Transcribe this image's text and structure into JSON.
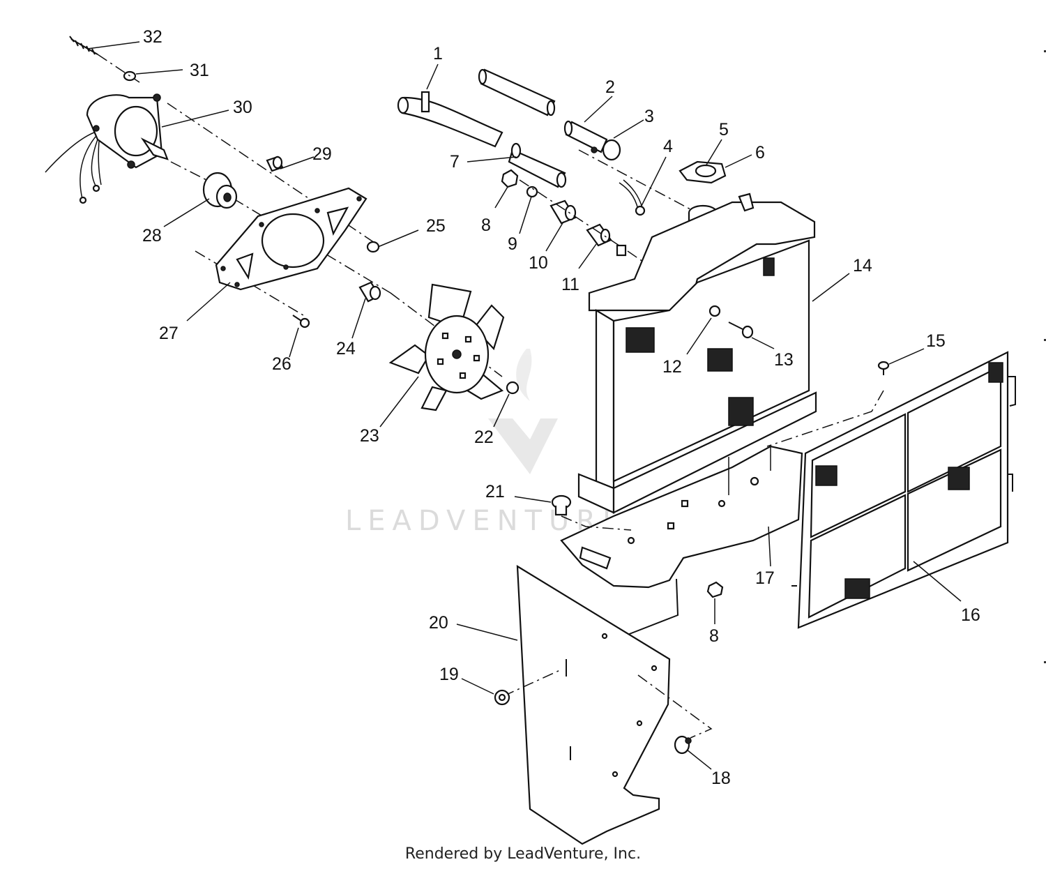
{
  "diagram": {
    "callouts": [
      "1",
      "2",
      "3",
      "4",
      "5",
      "6",
      "7",
      "8",
      "9",
      "10",
      "11",
      "12",
      "13",
      "14",
      "15",
      "16",
      "17",
      "18",
      "19",
      "20",
      "21",
      "22",
      "23",
      "24",
      "25",
      "26",
      "27",
      "28",
      "29",
      "30",
      "31",
      "32"
    ],
    "callout_8b": "8"
  },
  "watermark": "LEADVENTURE",
  "footer": "Rendered by LeadVenture, Inc."
}
